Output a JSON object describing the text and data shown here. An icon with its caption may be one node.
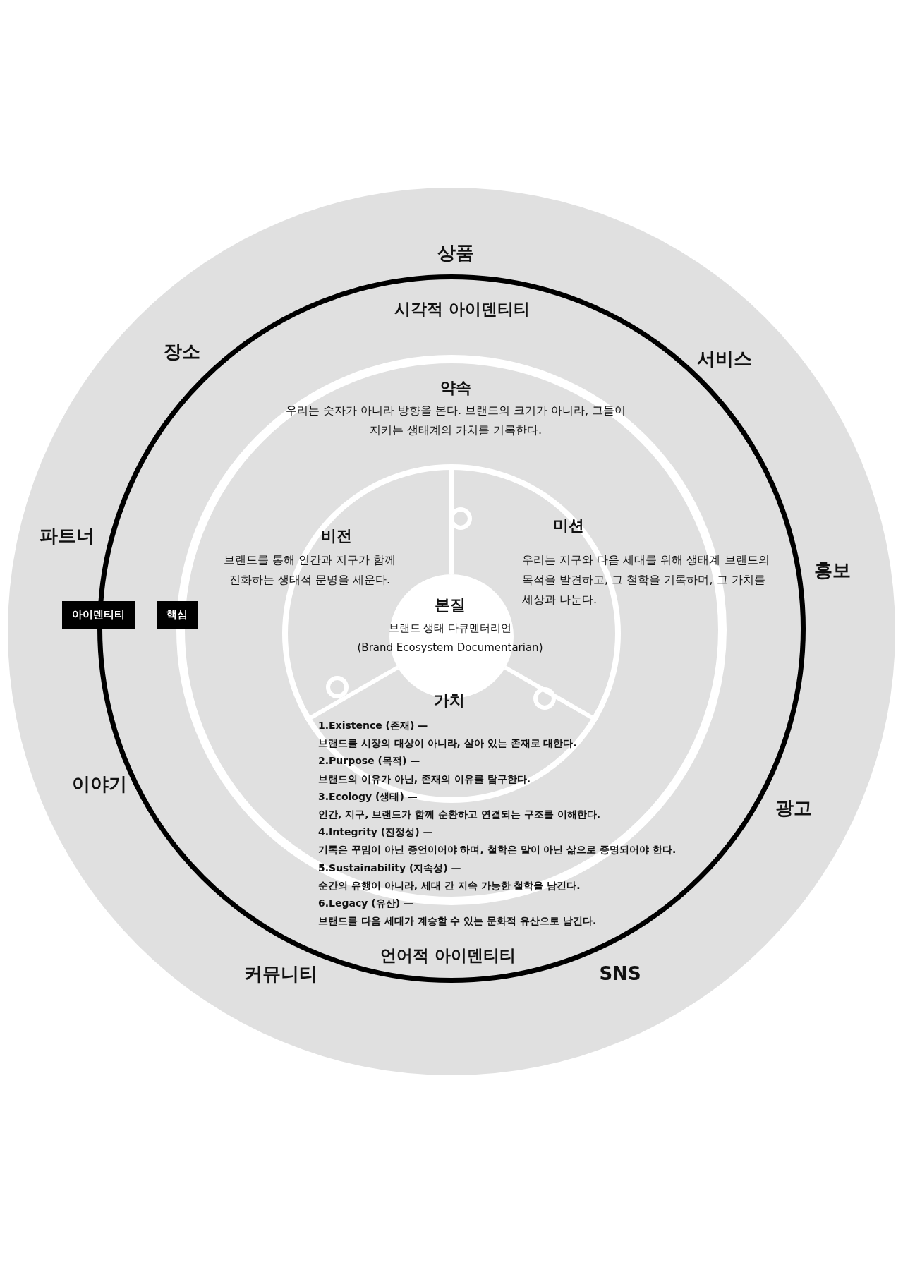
{
  "diagram": {
    "nodes": [
      {
        "text": [
          "아이덴티티",
          "시각적 아이덴티티",
          "언어적 아이덴티티"
        ]
      },
      {
        "text": [
          "핵심",
          "약속",
          "우리는 숫자가 아니라 방향을 본다. 브랜드의 크기가 아니라, 그들이 지키는 생태계의 가치를 기록한다."
        ],
        "in": 0
      },
      {
        "text": [],
        "shape": "circle",
        "in": 1
      },
      {
        "text": [
          "비전",
          "브랜드를 통해 인간과 지구가 함께 진화하는 생태적 문명을 세운다."
        ],
        "in": 1
      },
      {
        "text": [
          "미션",
          "우리는 지구와 다음 세대를 위해 생태계 브랜드의 목적을 발견하고, 그 철학을 기록하며, 그 가치를 세상과 나눈다."
        ],
        "in": 0
      },
      {
        "text": [
          "본질",
          "브랜드 생태 다큐멘터리언",
          "(Brand Ecosystem Documentarian)"
        ],
        "in": 2
      },
      {
        "text": [
          "가치",
          "1.Existence (존재) —",
          "브랜드를 시장의 대상이 아니라, 살아 있는 존재로 대한다.",
          "2.Purpose (목적) —",
          "브랜드의 이유가 아닌, 존재의 이유를 탐구한다.",
          "3.Ecology (생태) —",
          "인간, 지구, 브랜드가 함께 순환하고 연결되는 구조를 이해한다.",
          "4.Integrity (진정성) —",
          "기록은 꾸밈이 아닌 증언이어야 하며, 철학은 말이 아닌 삶으로 증명되어야 한다.",
          "5.Sustainability (지속성) —",
          "순간의 유행이 아니라, 세대 간 지속 가능한 철학을 남긴다.",
          "6.Legacy (유산) —",
          "브랜드를 다음 세대가 계승할 수 있는 문화적 유산으로 남긴다."
        ],
        "in": 0
      }
    ],
    "edges": [],
    "labels": [
      "상품",
      "장소",
      "서비스",
      "파트너",
      "홍보",
      "이야기",
      "광고",
      "커뮤니티",
      "SNS"
    ]
  }
}
